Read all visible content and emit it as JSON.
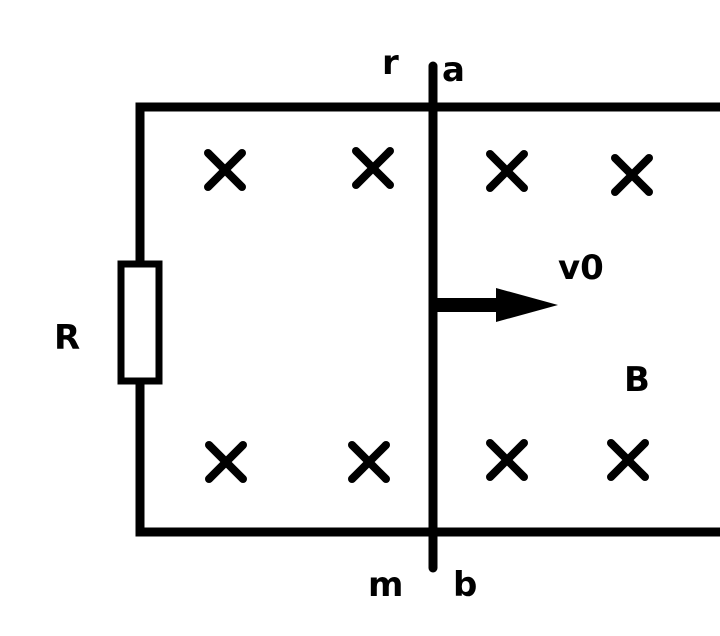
{
  "diagram": {
    "labels": {
      "resistor": "R",
      "rod_top_left": "r",
      "rod_top_right": "a",
      "rod_bottom_left": "m",
      "rod_bottom_right": "b",
      "velocity": "v0",
      "field": "B"
    },
    "field_symbol": "cross-into-page",
    "colors": {
      "stroke": "#000000",
      "background": "#ffffff"
    }
  }
}
